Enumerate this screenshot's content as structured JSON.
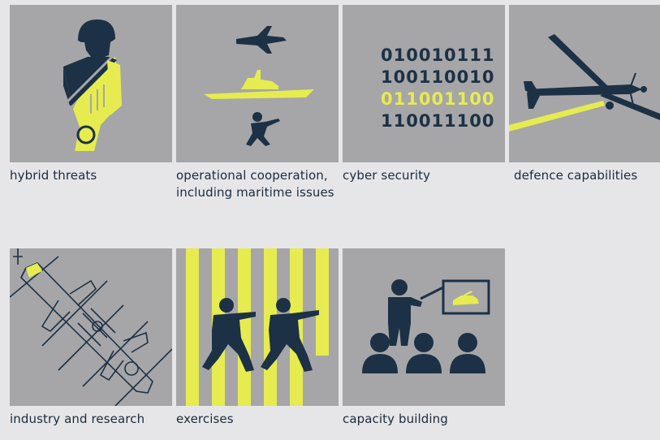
{
  "colors": {
    "navy": "#1c3145",
    "yellow": "#e6ec4f",
    "tile": "#a6a6a8",
    "background": "#e6e6e9"
  },
  "tiles": [
    {
      "caption": "hybrid threats",
      "icon": "soldier-half-icon"
    },
    {
      "caption": "operational cooperation, including maritime issues",
      "icon": "jet-ship-soldier-icon"
    },
    {
      "caption": "cyber security",
      "icon": "binary-code-icon",
      "binary": [
        "010010111",
        "100110010",
        "011001100",
        "110011100"
      ]
    },
    {
      "caption": "defence capabilities",
      "icon": "drone-icon"
    },
    {
      "caption": "industry and research",
      "icon": "missile-blueprint-icon"
    },
    {
      "caption": "exercises",
      "icon": "soldiers-advancing-icon"
    },
    {
      "caption": "capacity building",
      "icon": "training-presentation-icon"
    }
  ]
}
